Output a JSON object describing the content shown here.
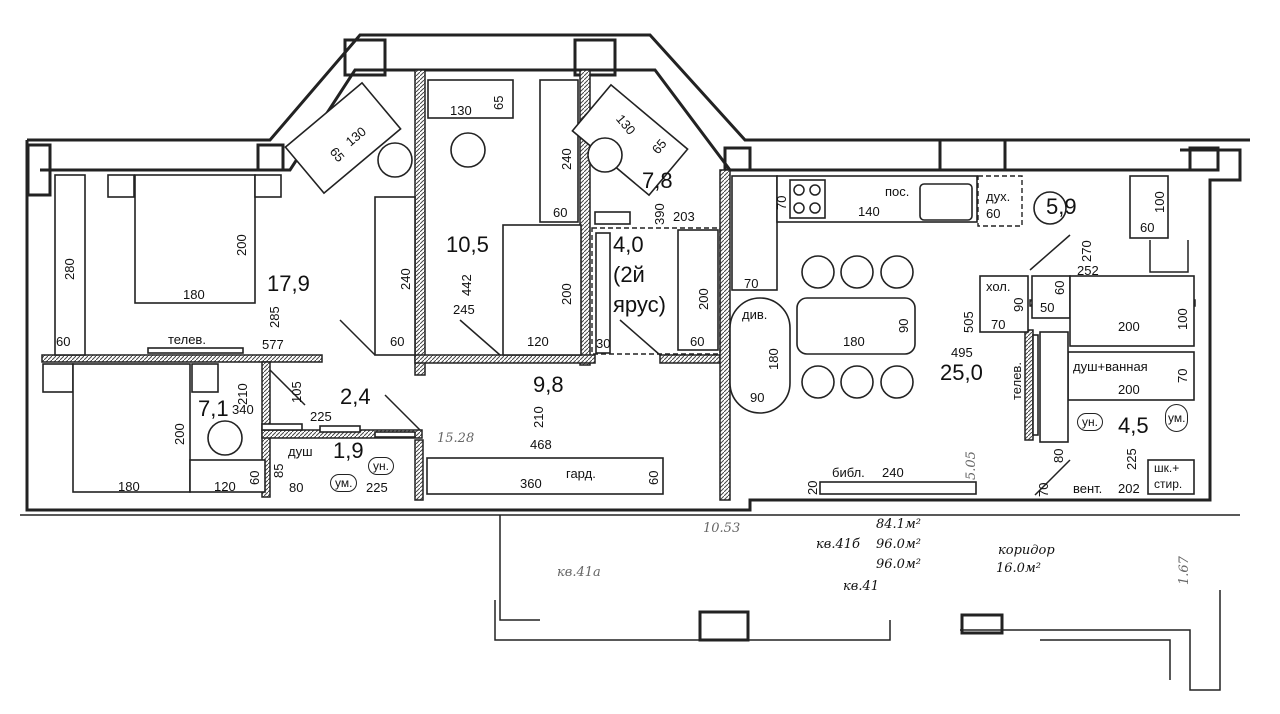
{
  "rooms": {
    "bedroom_main": "17,9",
    "bedroom_small": "7,1",
    "room_center": "10,5",
    "room_bay": "7,8",
    "mezzanine_area": "4,0",
    "mezzanine_note1": "(2й",
    "mezzanine_note2": "ярус)",
    "hall_small": "2,4",
    "shower_small": "1,9",
    "hall": "9,8",
    "kitchen": "5,9",
    "living": "25,0",
    "bathroom": "4,5"
  },
  "dims": {
    "d280": "280",
    "d60a": "60",
    "d200a": "200",
    "d180a": "180",
    "d240a": "240",
    "d285": "285",
    "d577": "577",
    "d60b": "60",
    "d210a": "210",
    "d340": "340",
    "d200b": "200",
    "d180b": "180",
    "d120a": "120",
    "d60c": "60",
    "d65a": "65",
    "d130a": "130",
    "d130b": "130",
    "d65b": "65",
    "d240b": "240",
    "d60d": "60",
    "d442": "442",
    "d245": "245",
    "d200c": "200",
    "d120b": "120",
    "d130c": "130",
    "d65c": "65",
    "d390": "390",
    "d203": "203",
    "d200d": "200",
    "d60e": "60",
    "d30": "30",
    "d210b": "210",
    "d468": "468",
    "d105": "105",
    "d225a": "225",
    "d85": "85",
    "d80a": "80",
    "d225b": "225",
    "d360": "360",
    "d60f": "60",
    "d70a": "70",
    "d140": "140",
    "d60g": "60",
    "d70b": "70",
    "d180c": "180",
    "d90a": "90",
    "d180d": "180",
    "d90b": "90",
    "d505": "505",
    "d495": "495",
    "d270": "270",
    "d252": "252",
    "d100a": "100",
    "d60h": "60",
    "d90c": "90",
    "d70c": "70",
    "d60i": "60",
    "d50": "50",
    "d200e": "200",
    "d100b": "100",
    "d200f": "200",
    "d70d": "70",
    "d20": "20",
    "d240c": "240",
    "d70e": "70",
    "d80b": "80",
    "d225c": "225",
    "d202": "202"
  },
  "labels": {
    "tv1": "телев.",
    "tv2": "телев.",
    "shower": "душ",
    "wc1": "ун.",
    "sink1": "ум.",
    "wardrobe": "гард.",
    "dishwasher": "пос.",
    "oven": "дух.",
    "sofa": "див.",
    "fridge": "хол.",
    "shower_bath": "душ+ванная",
    "wc2": "ун.",
    "sink2": "ум.",
    "laundry1": "шк.+",
    "laundry2": "стир.",
    "library": "библ.",
    "vent": "вент."
  },
  "annotations": {
    "a1528": "15.28",
    "a1053": "10.53",
    "a841": "84.1м²",
    "apt41b": "кв.41б",
    "a960a": "96.0м²",
    "a960b": "96.0м²",
    "apt41": "кв.41",
    "apt41a": "кв.41а",
    "corridor": "коридор",
    "corridor_area": "16.0м²",
    "a505": "5.05",
    "a167": "1.67"
  }
}
